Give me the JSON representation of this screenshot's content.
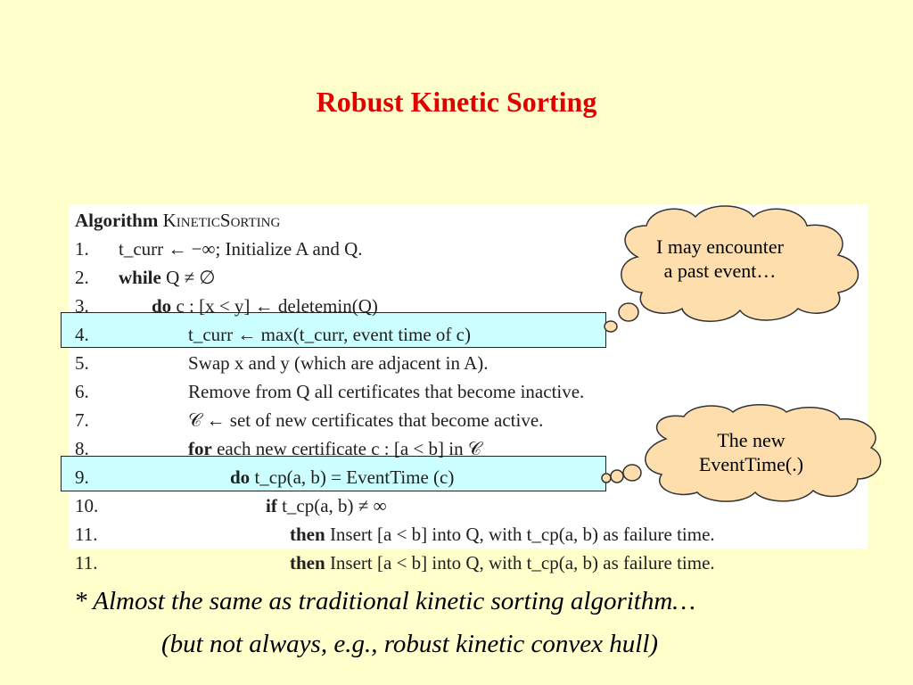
{
  "title": "Robust Kinetic Sorting",
  "algorithm": {
    "header_word": "Algorithm",
    "header_name": "KineticSorting",
    "lines": [
      {
        "num": "1.",
        "text": "t_curr ← −∞; Initialize A and Q."
      },
      {
        "num": "2.",
        "kw": "while",
        "text": "Q ≠ ∅"
      },
      {
        "num": "3.",
        "kw": "do",
        "text": "c : [x < y] ← deletemin(Q)"
      },
      {
        "num": "4.",
        "text": "t_curr ← max(t_curr, event time of c)"
      },
      {
        "num": "5.",
        "text": "Swap x and y (which are adjacent in A)."
      },
      {
        "num": "6.",
        "text": "Remove from Q all certificates that become inactive."
      },
      {
        "num": "7.",
        "text": "𝒞 ← set of new certificates that become active."
      },
      {
        "num": "8.",
        "kw": "for",
        "text": "each new certificate c : [a < b] in 𝒞"
      },
      {
        "num": "9.",
        "kw": "do",
        "text": "t_cp(a, b) = EventTime (c)"
      },
      {
        "num": "10.",
        "kw": "if",
        "text": "t_cp(a, b) ≠ ∞"
      },
      {
        "num": "11.",
        "kw": "then",
        "text": "Insert [a < b] into Q, with t_cp(a, b) as failure time."
      }
    ]
  },
  "callouts": {
    "past_event": {
      "line1": "I may encounter",
      "line2": "a past event…"
    },
    "event_time": {
      "line1": "The new",
      "line2": "EventTime(.)"
    }
  },
  "footnote": {
    "line1": "* Almost the same as traditional kinetic sorting algorithm…",
    "line2": "(but not always, e.g., robust kinetic convex hull)"
  },
  "colors": {
    "title": "#e00000",
    "highlight": "#ccffff",
    "cloud_fill": "#ffdead",
    "background": "#ffffcc"
  }
}
